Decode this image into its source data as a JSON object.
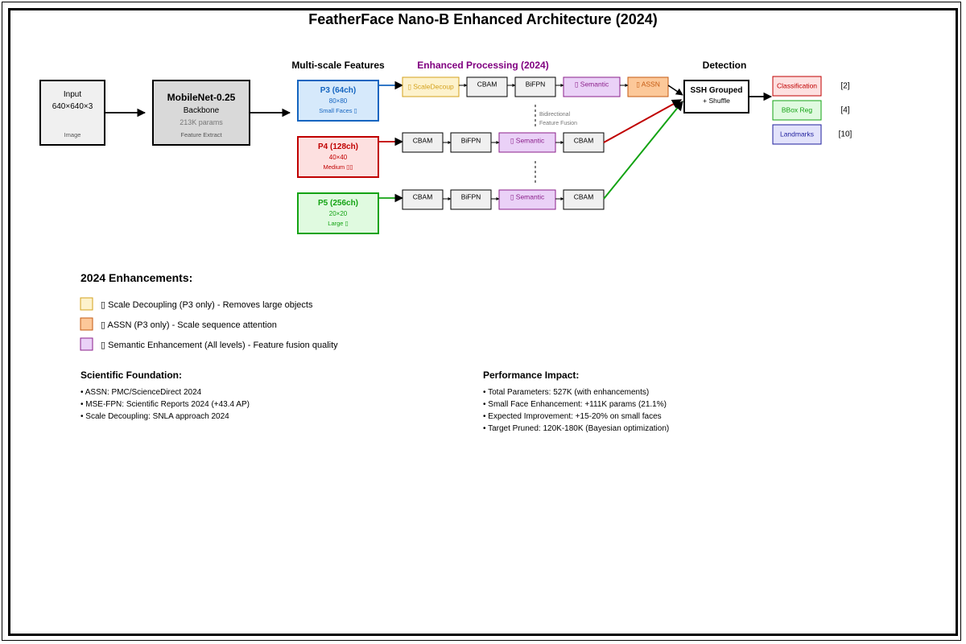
{
  "title": "FeatherFace Nano-B Enhanced Architecture (2024)",
  "colors": {
    "p3": "#1565c0",
    "p3_fill": "#d6e9fb",
    "p4": "#c00000",
    "p4_fill": "#fde0e0",
    "p5": "#13a313",
    "p5_fill": "#e0fae0",
    "semantic": "#8b1f8b",
    "semantic_fill": "#ead1f7",
    "scale": "#d4a21d",
    "scale_fill": "#fdf2cc",
    "assn": "#c55a11",
    "assn_fill": "#fcc899",
    "module_fill": "#f0f0f0",
    "backbone_fill": "#d9d9d9"
  },
  "input": {
    "line1": "Input",
    "line2": "640×640×3",
    "caption": "Image"
  },
  "backbone": {
    "name": "MobileNet-0.25",
    "role": "Backbone",
    "params": "213K params",
    "caption": "Feature Extract"
  },
  "headers": {
    "features": "Multi-scale Features",
    "processing": "Enhanced Processing (2024)",
    "detection": "Detection"
  },
  "features": {
    "p3": {
      "label": "P3 (64ch)",
      "size": "80×80",
      "desc": "Small Faces ▯"
    },
    "p4": {
      "label": "P4 (128ch)",
      "size": "40×40",
      "desc": "Medium ▯▯"
    },
    "p5": {
      "label": "P5 (256ch)",
      "size": "20×20",
      "desc": "Large ▯"
    }
  },
  "modules": {
    "scale_decoup": "▯ ScaleDecoup",
    "cbam": "CBAM",
    "bifpn": "BiFPN",
    "semantic": "▯ Semantic",
    "assn": "▯ ASSN"
  },
  "fusion_note": {
    "line1": "Bidirectional",
    "line2": "Feature Fusion"
  },
  "ssh": {
    "line1": "SSH Grouped",
    "line2": "+ Shuffle"
  },
  "heads": {
    "classification": {
      "label": "Classification",
      "dim": "[2]"
    },
    "bbox": {
      "label": "BBox Reg",
      "dim": "[4]"
    },
    "landmarks": {
      "label": "Landmarks",
      "dim": "[10]"
    }
  },
  "enhancements": {
    "title": "2024 Enhancements:",
    "items": [
      "▯ Scale Decoupling (P3 only) - Removes large objects",
      "▯ ASSN (P3 only) - Scale sequence attention",
      "▯ Semantic Enhancement (All levels) - Feature fusion quality"
    ]
  },
  "foundation": {
    "title": "Scientific Foundation:",
    "items": [
      "• ASSN: PMC/ScienceDirect 2024",
      "• MSE-FPN: Scientific Reports 2024 (+43.4 AP)",
      "• Scale Decoupling: SNLA approach 2024"
    ]
  },
  "performance": {
    "title": "Performance Impact:",
    "items": [
      "• Total Parameters: 527K (with enhancements)",
      "• Small Face Enhancement: +111K params (21.1%)",
      "• Expected Improvement: +15-20% on small faces",
      "• Target Pruned: 120K-180K (Bayesian optimization)"
    ]
  }
}
